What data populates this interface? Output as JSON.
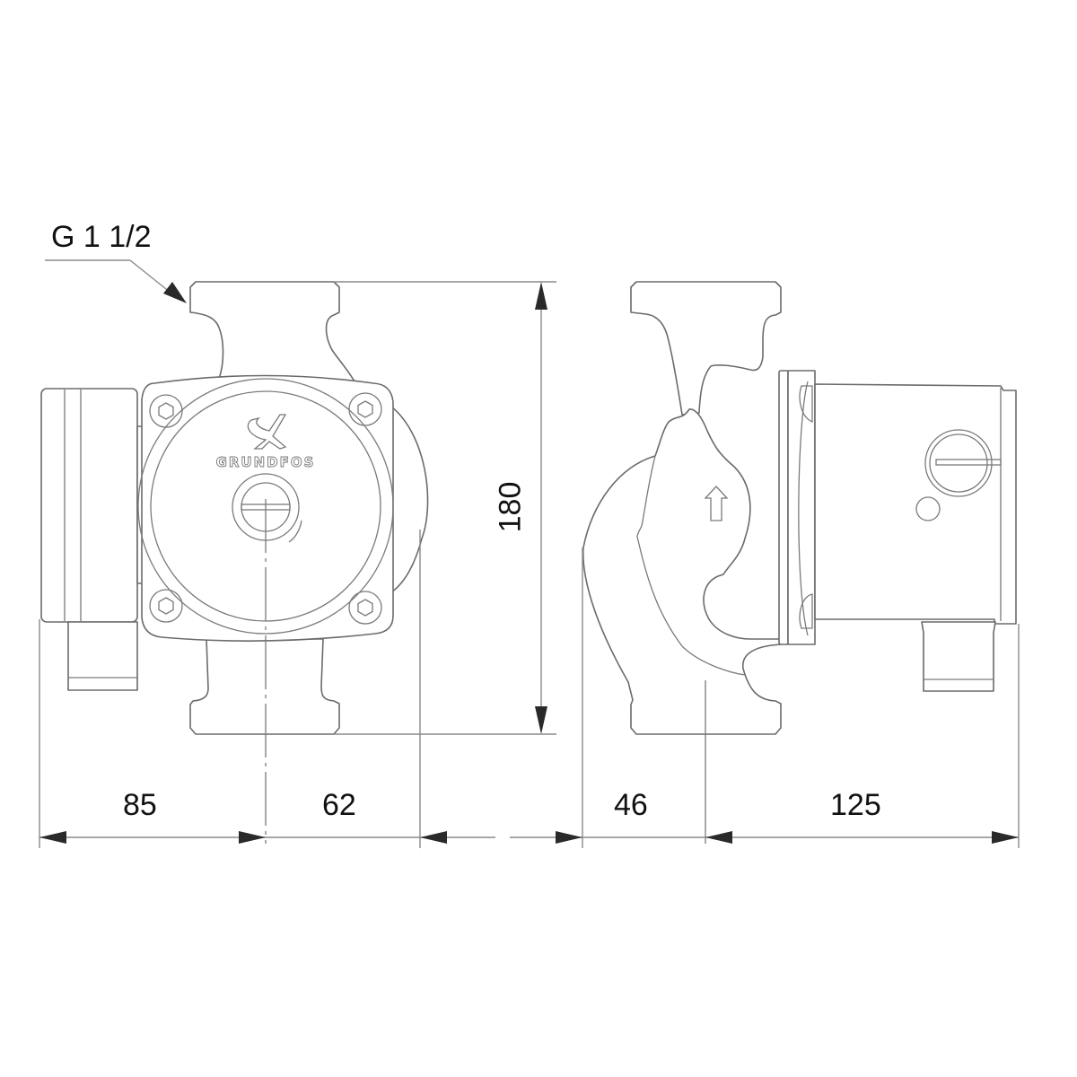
{
  "drawing": {
    "subject": "Circulator pump dimension drawing",
    "brand_logo_text": "GRUNDFOS",
    "thread_callout": "G 1 1/2",
    "views": [
      "front-view",
      "side-view"
    ],
    "flow_direction": "up"
  },
  "dimensions": {
    "height": "180",
    "front_left": "85",
    "front_right": "62",
    "side_left": "46",
    "side_right": "125"
  },
  "colors": {
    "line": "#6b6b6b",
    "dimension_line": "#8a8a8a",
    "arrowhead": "#2a2a2a",
    "text": "#111111",
    "background": "#ffffff"
  }
}
